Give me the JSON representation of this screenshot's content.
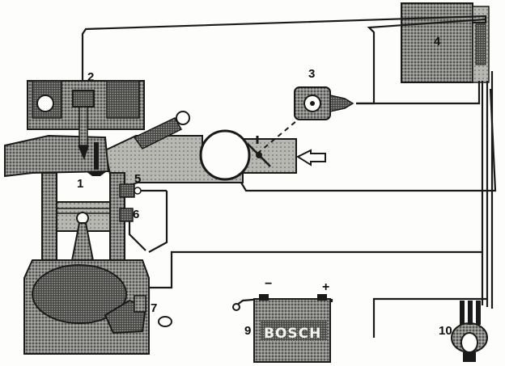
{
  "labels": {
    "l1": "1",
    "l2": "2",
    "l3": "3",
    "l4": "4",
    "l5": "5",
    "l6": "6",
    "l7": "7",
    "l9": "9",
    "l10": "10"
  },
  "battery": {
    "brand": "BOSCH",
    "minus": "−",
    "plus": "+"
  },
  "colors": {
    "ink": "#1a1a1a",
    "hatch": "#555555",
    "paper": "#fdfdfb"
  }
}
